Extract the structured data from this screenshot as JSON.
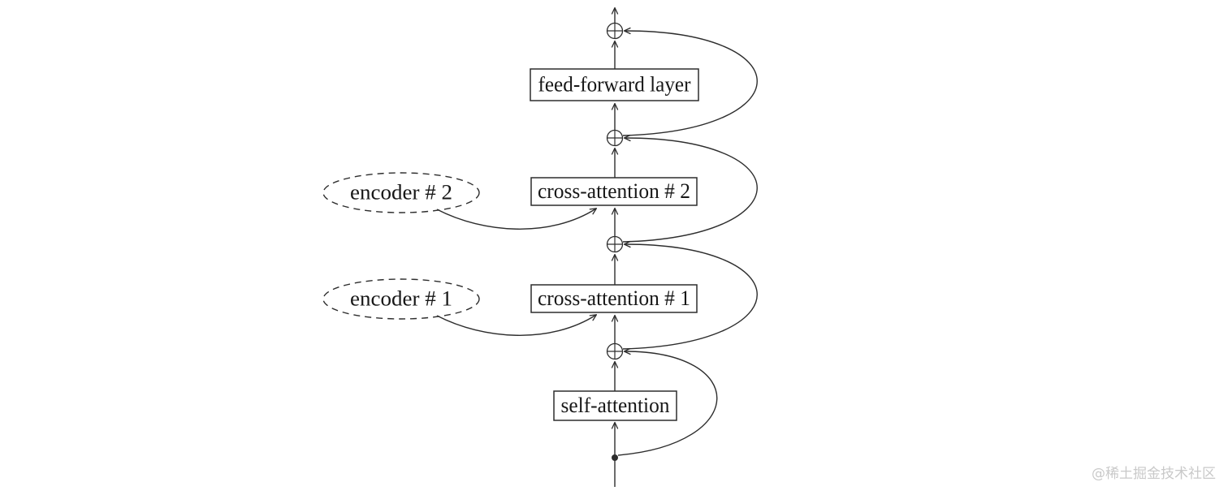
{
  "diagram": {
    "blocks": {
      "feed_forward": "feed-forward layer",
      "cross_attention_2": "cross-attention # 2",
      "cross_attention_1": "cross-attention # 1",
      "self_attention": "self-attention"
    },
    "encoders": {
      "encoder_2": "encoder # 2",
      "encoder_1": "encoder # 1"
    },
    "icons": {
      "add_node": "circle-plus",
      "arrowhead": "stick-arrow",
      "branch_point": "filled-dot"
    },
    "colors": {
      "line": "#2d2d2d",
      "text": "#171717",
      "box_fill": "#ffffff",
      "background": "#ffffff",
      "watermark": "#c9c9c9"
    }
  },
  "watermark": {
    "text": "@稀土掘金技术社区"
  }
}
